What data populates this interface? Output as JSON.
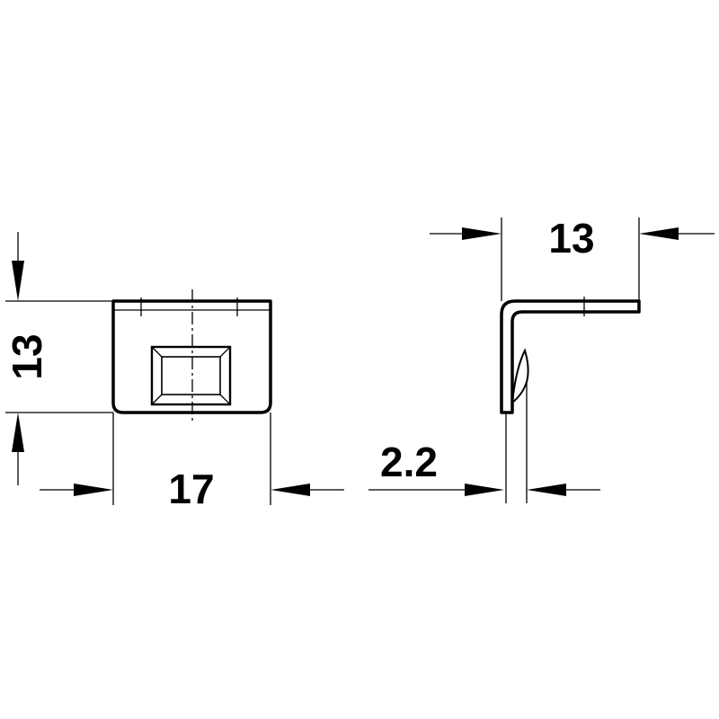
{
  "dimensions": {
    "front_height": "13",
    "front_width": "17",
    "side_width": "13",
    "side_thickness": "2.2"
  }
}
